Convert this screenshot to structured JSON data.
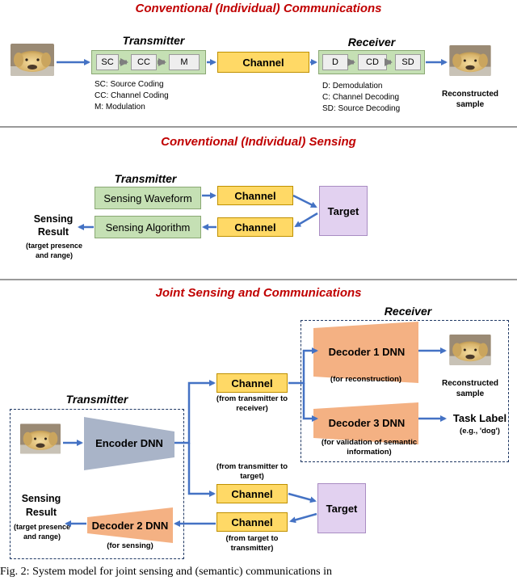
{
  "sec1": {
    "title": "Conventional (Individual) Communications",
    "transmitter_label": "Transmitter",
    "receiver_label": "Receiver",
    "tx_blocks": [
      "SC",
      "CC",
      "M"
    ],
    "rx_blocks": [
      "D",
      "CD",
      "SD"
    ],
    "channel": "Channel",
    "tx_legend": [
      "SC: Source Coding",
      "CC: Channel Coding",
      "M: Modulation"
    ],
    "rx_legend": [
      "D: Demodulation",
      "C: Channel Decoding",
      "SD: Source Decoding"
    ],
    "reconstructed": "Reconstructed sample"
  },
  "sec2": {
    "title": "Conventional (Individual) Sensing",
    "transmitter_label": "Transmitter",
    "waveform": "Sensing Waveform",
    "algorithm": "Sensing Algorithm",
    "channel_top": "Channel",
    "channel_bottom": "Channel",
    "target": "Target",
    "result_title": "Sensing Result",
    "result_sub": "(target presence and range)"
  },
  "sec3": {
    "title": "Joint Sensing and Communications",
    "receiver_label": "Receiver",
    "transmitter_label": "Transmitter",
    "decoder1": "Decoder 1 DNN",
    "decoder1_note": "(for reconstruction)",
    "decoder3": "Decoder 3 DNN",
    "decoder3_note": "(for validation of semantic information)",
    "reconstructed": "Reconstructed sample",
    "task_label": "Task Label",
    "task_example": "(e.g., 'dog')",
    "encoder": "Encoder DNN",
    "channel1": "Channel",
    "channel1_note": "(from transmitter to receiver)",
    "channel2_note": "(from transmitter to target)",
    "channel2": "Channel",
    "channel3": "Channel",
    "channel3_note": "(from target to transmitter)",
    "target": "Target",
    "decoder2": "Decoder 2 DNN",
    "decoder2_note": "(for sensing)",
    "result_title": "Sensing Result",
    "result_sub": "(target presence and range)"
  },
  "caption": "Fig. 2: System model for joint sensing and (semantic) communications in"
}
